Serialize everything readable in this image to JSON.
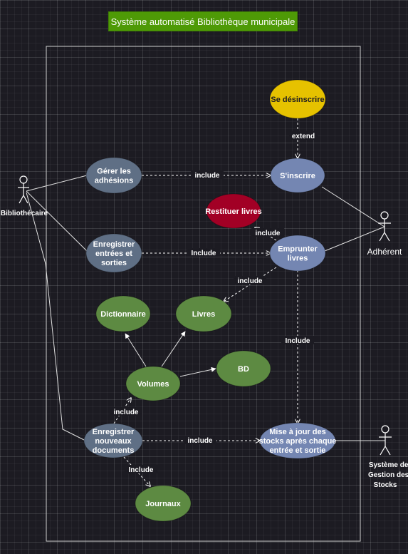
{
  "title": "Système automatisé Bibliothèque municipale",
  "actors": {
    "bibliothecaire": "Bibliothécaire",
    "adherent": "Adhérent",
    "stocks": [
      "Système de",
      "Gestion des",
      "Stocks"
    ]
  },
  "use_cases": {
    "se_desinscrire": [
      "Se désinscrire"
    ],
    "gerer_adhesions": [
      "Gérer les",
      "adhésions"
    ],
    "sinscrire": [
      "S'inscrire"
    ],
    "restituer": [
      "Restituer livres"
    ],
    "enregistrer_es": [
      "Enregistrer",
      "entrées et",
      "sorties"
    ],
    "emprunter": [
      "Emprunter",
      "livres"
    ],
    "dictionnaire": [
      "Dictionnaire"
    ],
    "livres": [
      "Livres"
    ],
    "volumes": [
      "Volumes"
    ],
    "bd": [
      "BD"
    ],
    "enregistrer_docs": [
      "Enregistrer",
      "nouveaux",
      "documents"
    ],
    "mise_a_jour": [
      "Mise à jour des",
      "stocks après chaque",
      "entrée et sortie"
    ],
    "journaux": [
      "Journaux"
    ]
  },
  "edge_labels": {
    "extend": "extend",
    "include_gerer": "include",
    "include_restituer": "include",
    "include_enregistrer": "Include",
    "include_emprunter_livres": "include",
    "include_emprunter_maj": "Include",
    "include_docs_volumes": "include",
    "include_docs_maj": "include",
    "include_docs_journaux": "Include"
  },
  "colors": {
    "gray_blue": "#5f6f85",
    "light_blue": "#7486b2",
    "yellow": "#e6c200",
    "red": "#a20025",
    "green": "#5d8a42",
    "title_green": "#4e9a06"
  }
}
